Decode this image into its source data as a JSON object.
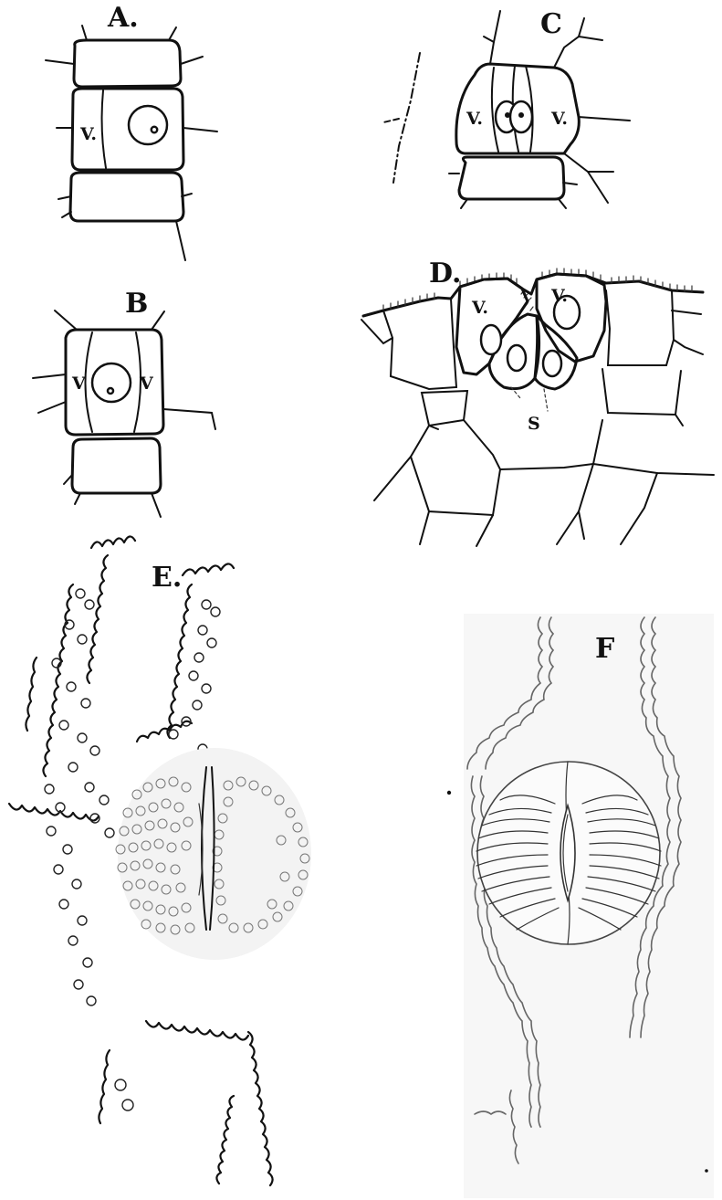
{
  "figures": {
    "A": {
      "label": "A.",
      "cell_labels": [
        "V."
      ]
    },
    "B": {
      "label": "B",
      "cell_labels": [
        "V",
        "V"
      ]
    },
    "C": {
      "label": "C",
      "cell_labels": [
        "V.",
        "V."
      ]
    },
    "D": {
      "label": "D.",
      "cell_labels": [
        "V.",
        "V.",
        "S"
      ]
    },
    "E": {
      "label": "E."
    },
    "F": {
      "label": "F"
    }
  }
}
